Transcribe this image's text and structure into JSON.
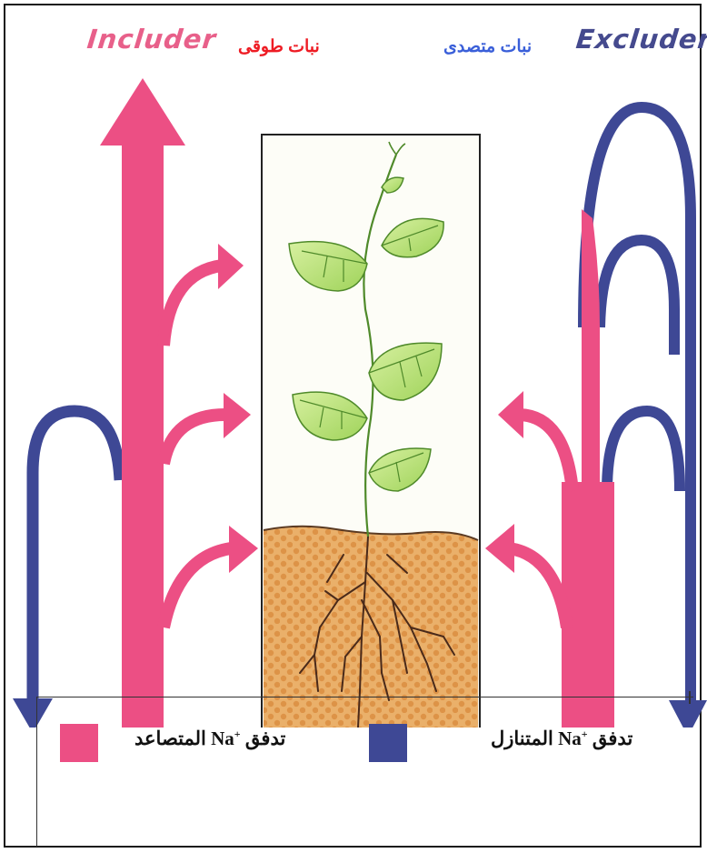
{
  "labels": {
    "includer_en": "Includer",
    "excluder_en": "Excluder",
    "includer_ar": "نبات طوقى",
    "excluder_ar": "نبات متصدى"
  },
  "legend": {
    "ascending": {
      "prefix": "تدفق",
      "ion": "Na",
      "charge": "+",
      "suffix": "المتصاعد",
      "color": "#ec4f84"
    },
    "descending": {
      "prefix": "تدفق",
      "ion": "Na",
      "charge": "+",
      "suffix": "المتنازل",
      "color": "#3e4895"
    }
  },
  "colors": {
    "pink_flow": "#ec4f84",
    "blue_flow": "#3e4895",
    "soil": "#e8a85c",
    "leaf": "#b9e27a",
    "leaf_vein": "#4f8a2a",
    "root": "#4a2a1a"
  }
}
